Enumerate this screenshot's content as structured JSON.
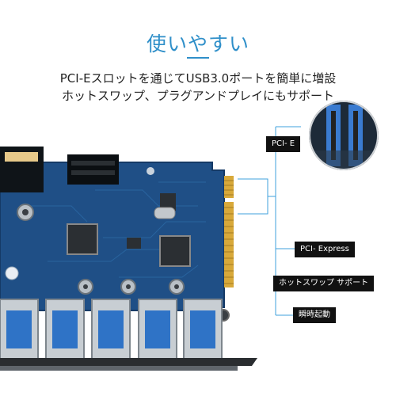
{
  "heading": "使いやすい",
  "description": {
    "line1": "PCI-Eスロットを通じてUSB3.0ポートを簡単に増設",
    "line2": "ホットスワップ、プラグアンドプレイにもサポート"
  },
  "callouts": {
    "pcie": "PCI- E",
    "pci_express": "PCI- Express",
    "hot_swap": "ホットスワップ サポート",
    "instant_start": "瞬時起動"
  },
  "colors": {
    "heading": "#2f8fc9",
    "board": "#1f4f86",
    "label_bg": "#111111",
    "gold": "#d8a93a"
  }
}
